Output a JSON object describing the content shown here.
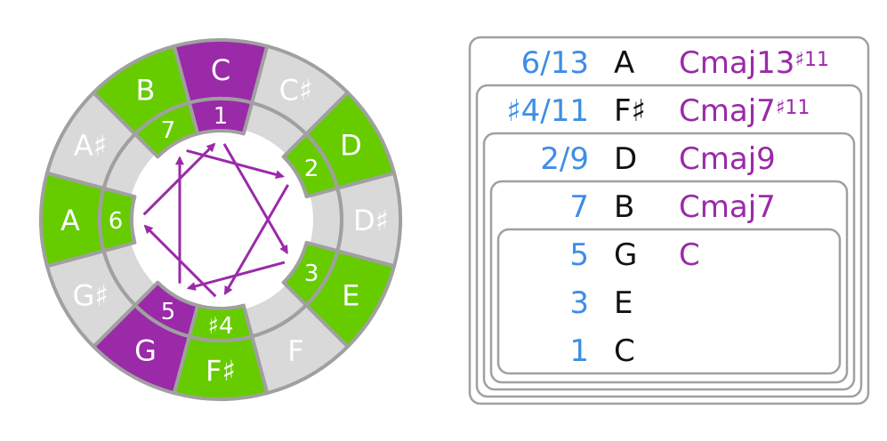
{
  "colors": {
    "green": "#66cc00",
    "purple": "#9a2aa8",
    "gray": "#d9d9d9",
    "outline": "#a0a0a0",
    "blue": "#3d8ee6",
    "black": "#111111",
    "white": "#ffffff"
  },
  "wheel": {
    "outer_notes": [
      {
        "label": "C",
        "state": "purple"
      },
      {
        "label": "C♯",
        "state": "gray"
      },
      {
        "label": "D",
        "state": "green"
      },
      {
        "label": "D♯",
        "state": "gray"
      },
      {
        "label": "E",
        "state": "green"
      },
      {
        "label": "F",
        "state": "gray"
      },
      {
        "label": "F♯",
        "state": "green"
      },
      {
        "label": "G",
        "state": "purple"
      },
      {
        "label": "G♯",
        "state": "gray"
      },
      {
        "label": "A",
        "state": "green"
      },
      {
        "label": "A♯",
        "state": "gray"
      },
      {
        "label": "B",
        "state": "green"
      }
    ],
    "inner_degrees": [
      {
        "pos": 0,
        "label": "1",
        "state": "purple"
      },
      {
        "pos": 2,
        "label": "2",
        "state": "green"
      },
      {
        "pos": 4,
        "label": "3",
        "state": "green"
      },
      {
        "pos": 6,
        "label": "♯4",
        "state": "green"
      },
      {
        "pos": 7,
        "label": "5",
        "state": "purple"
      },
      {
        "pos": 9,
        "label": "6",
        "state": "green"
      },
      {
        "pos": 11,
        "label": "7",
        "state": "green"
      }
    ],
    "arrow_sequence": [
      0,
      4,
      7,
      11,
      2,
      6,
      9,
      0
    ]
  },
  "ladder": {
    "rows": [
      {
        "degree": "6/13",
        "note": "A",
        "chord": "Cmaj13",
        "chord_sup": "♯11"
      },
      {
        "degree": "♯4/11",
        "note": "F♯",
        "chord": "Cmaj7",
        "chord_sup": "♯11"
      },
      {
        "degree": "2/9",
        "note": "D",
        "chord": "Cmaj9",
        "chord_sup": ""
      },
      {
        "degree": "7",
        "note": "B",
        "chord": "Cmaj7",
        "chord_sup": ""
      },
      {
        "degree": "5",
        "note": "G",
        "chord": "C",
        "chord_sup": ""
      },
      {
        "degree": "3",
        "note": "E",
        "chord": "",
        "chord_sup": ""
      },
      {
        "degree": "1",
        "note": "C",
        "chord": "",
        "chord_sup": ""
      }
    ]
  }
}
